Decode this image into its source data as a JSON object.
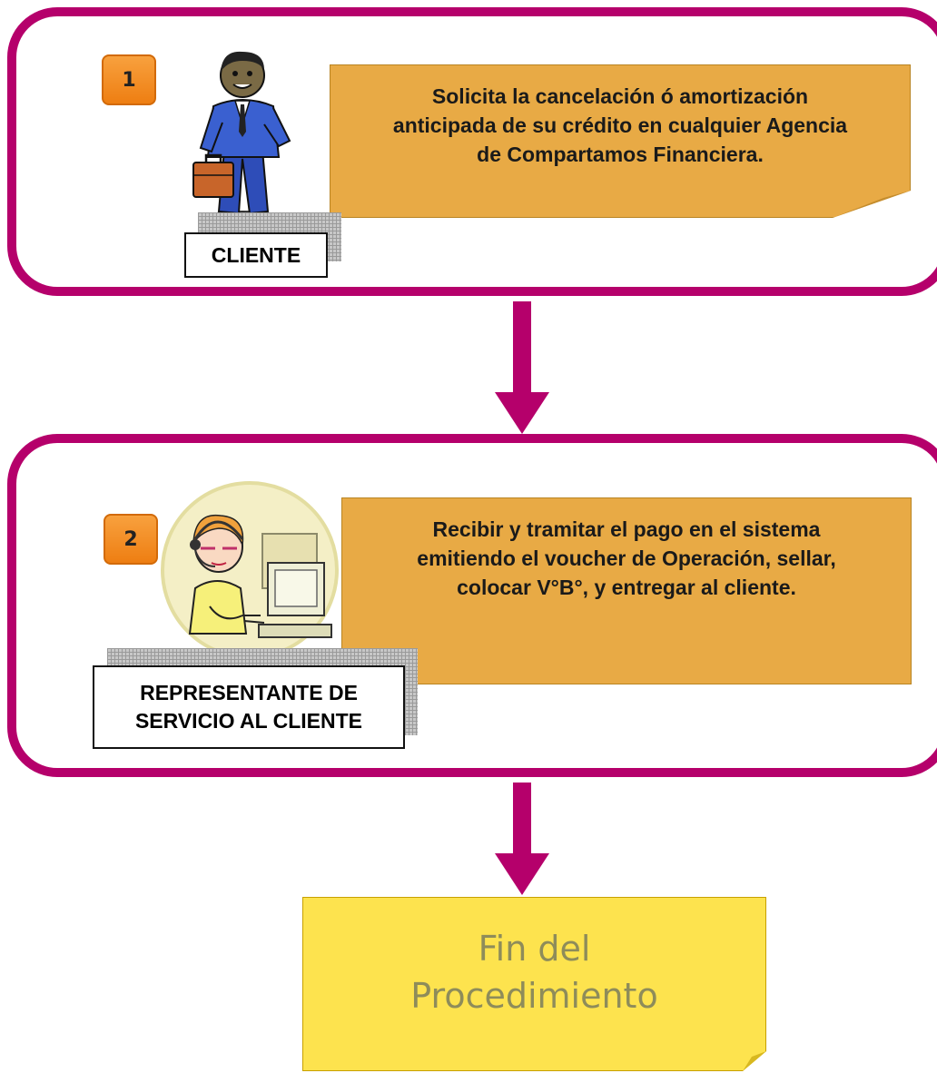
{
  "steps": [
    {
      "number": "1",
      "role": "CLIENTE",
      "description_lines": [
        "Solicita la cancelación ó amortización",
        "anticipada de su crédito en cualquier Agencia",
        "de Compartamos Financiera."
      ]
    },
    {
      "number": "2",
      "role_lines": [
        "REPRESENTANTE DE",
        "SERVICIO AL CLIENTE"
      ],
      "description_lines": [
        "Recibir y tramitar el pago en el sistema",
        "emitiendo el voucher de Operación, sellar,",
        "colocar V°B°, y entregar al cliente."
      ]
    }
  ],
  "end": {
    "lines": [
      "Fin del",
      "Procedimiento"
    ]
  },
  "colors": {
    "frame": "#B5006B",
    "arrow": "#B5006B",
    "note": "#E8AA45",
    "badge": "#F2891F",
    "end_note": "#FDE34E"
  },
  "icons": [
    "businessman-icon",
    "call-center-agent-icon"
  ]
}
